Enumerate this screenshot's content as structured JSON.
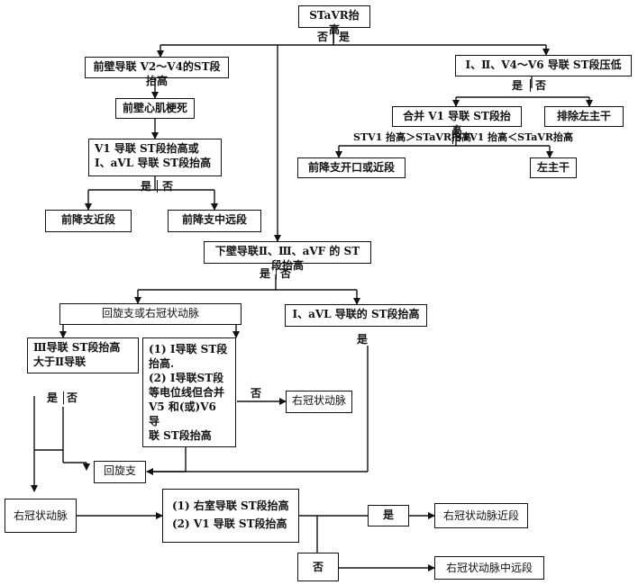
{
  "nodes": {
    "root": "STaVR抬高",
    "ant_v2v4": "前壁导联 V2～V4的ST段抬高",
    "ant_mi": "前壁心肌梗死",
    "v1_or_avl": [
      "V1 导联 ST段抬高或",
      "Ⅰ、aVL 导联 ST段抬高"
    ],
    "lad_proximal": "前降支近段",
    "lad_mid_distal": "前降支中远段",
    "st_depression": "Ⅰ、Ⅱ、V4～V6 导联 ST段压低",
    "with_v1": "合并 V1 导联 ST段抬高",
    "exclude_lm": "排除左主干",
    "lad_ostium": "前降支开口或近段",
    "lm": "左主干",
    "inferior": "下壁导联Ⅱ、Ⅲ、aVF 的 ST段抬高",
    "lcx_or_rca": "回旋支或右冠状动脉",
    "i_avl_elev": "Ⅰ、aVL 导联的 ST段抬高",
    "iii_gt_ii": [
      "Ⅲ导联 ST段抬高",
      "大于Ⅱ导联"
    ],
    "criteria": [
      "(1) Ⅰ导联 ST段",
      "抬高.",
      "(2) Ⅰ导联ST段",
      "等电位线但合并",
      "V5 和(或)V6 导",
      "联 ST段抬高"
    ],
    "rca_small": "右冠状动脉",
    "lcx": "回旋支",
    "rca": "右冠状动脉",
    "rv_criteria": [
      "(1) 右室导联 ST段抬高",
      "(2) V1 导联 ST段抬高"
    ],
    "rca_proximal": "右冠状动脉近段",
    "rca_mid_distal": "右冠状动脉中远段"
  },
  "edge_labels": {
    "yes": "是",
    "no": "否",
    "v1_gt": "STV1 抬高＞STaVR抬高",
    "v1_lt": "STV1 抬高＜STaVR抬高"
  }
}
